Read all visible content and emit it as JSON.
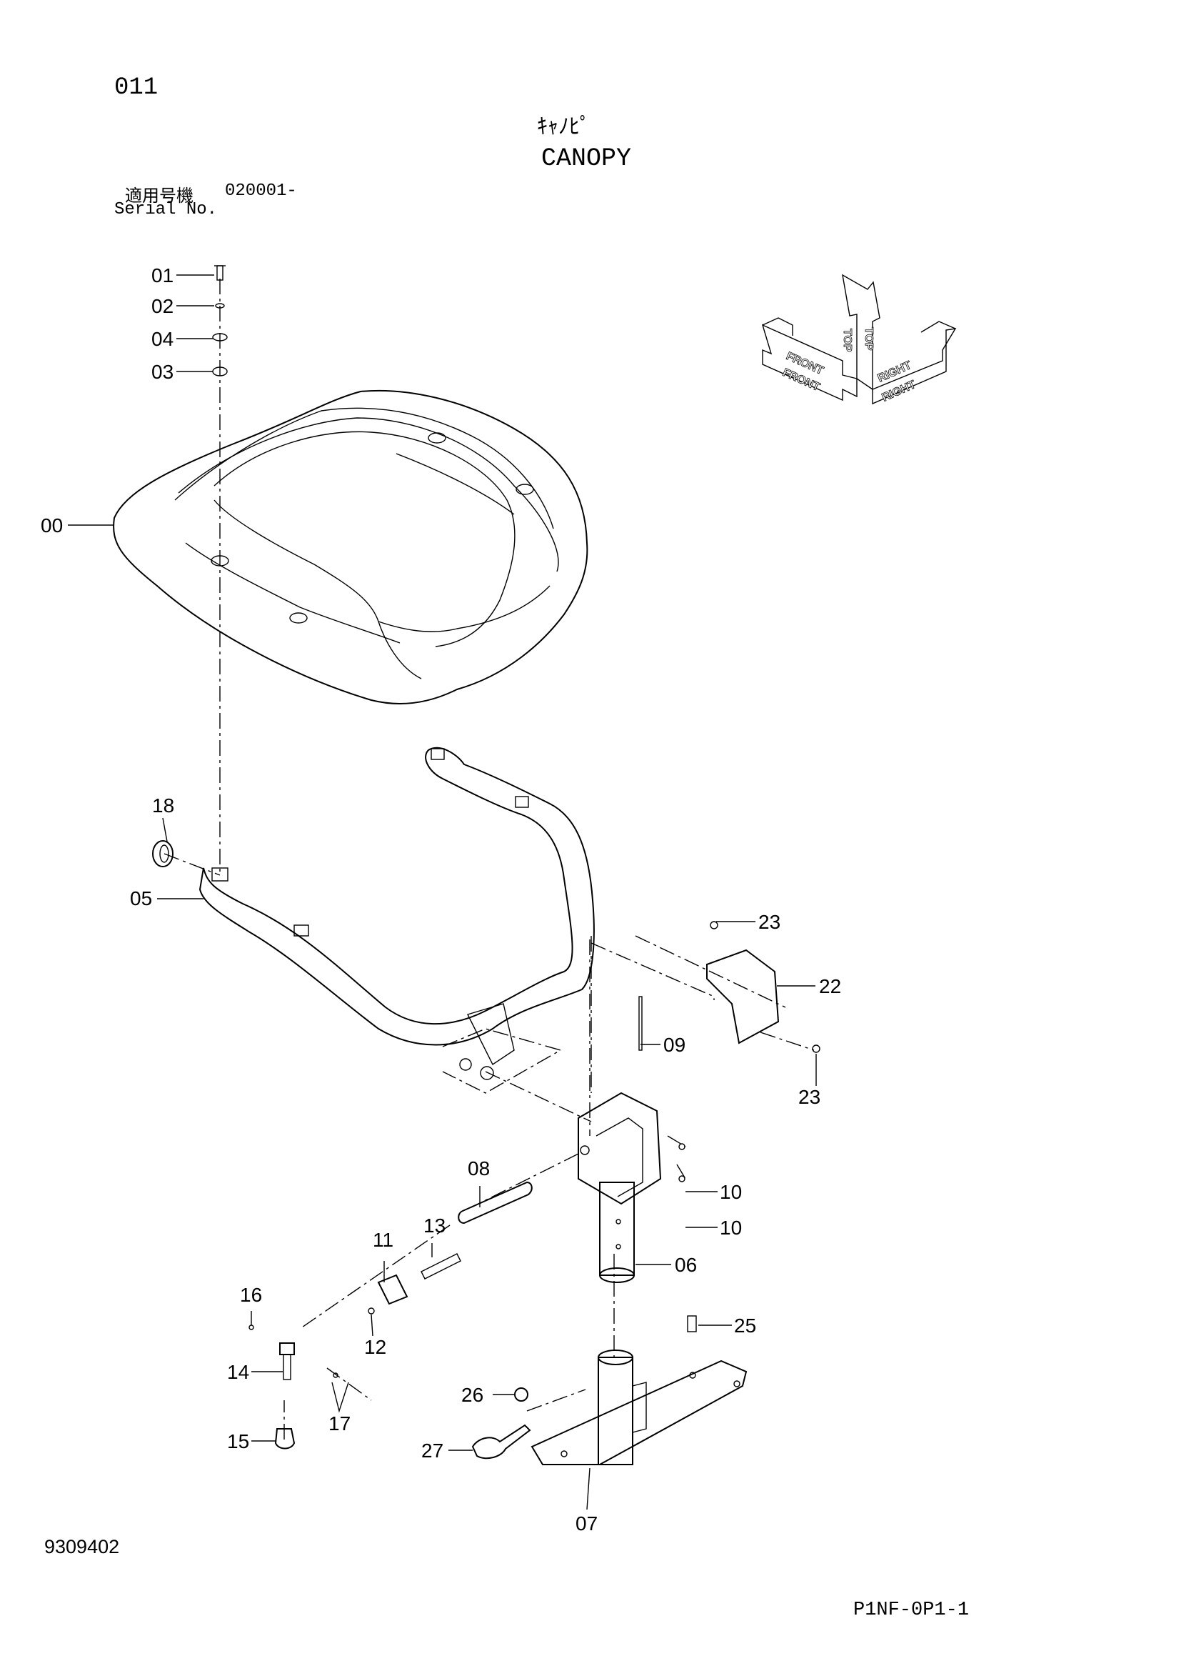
{
  "header": {
    "page_number": "011",
    "title_jp": "ｷｬﾉﾋﾟ",
    "title_en": "CANOPY",
    "serial_label_jp": "適用号機",
    "serial_value": "020001-",
    "serial_label_en": "Serial No."
  },
  "footer": {
    "document_number": "9309402",
    "page_code": "P1NF-0P1-1"
  },
  "orientation": {
    "front": "FRONT",
    "top": "TOP",
    "right": "RIGHT"
  },
  "callouts": {
    "c00": "00",
    "c01": "01",
    "c02": "02",
    "c03": "03",
    "c04": "04",
    "c05": "05",
    "c06": "06",
    "c07": "07",
    "c08": "08",
    "c09": "09",
    "c10a": "10",
    "c10b": "10",
    "c11": "11",
    "c12": "12",
    "c13": "13",
    "c14": "14",
    "c15": "15",
    "c16": "16",
    "c17": "17",
    "c18": "18",
    "c22": "22",
    "c23a": "23",
    "c23b": "23",
    "c25": "25",
    "c26": "26",
    "c27": "27"
  }
}
